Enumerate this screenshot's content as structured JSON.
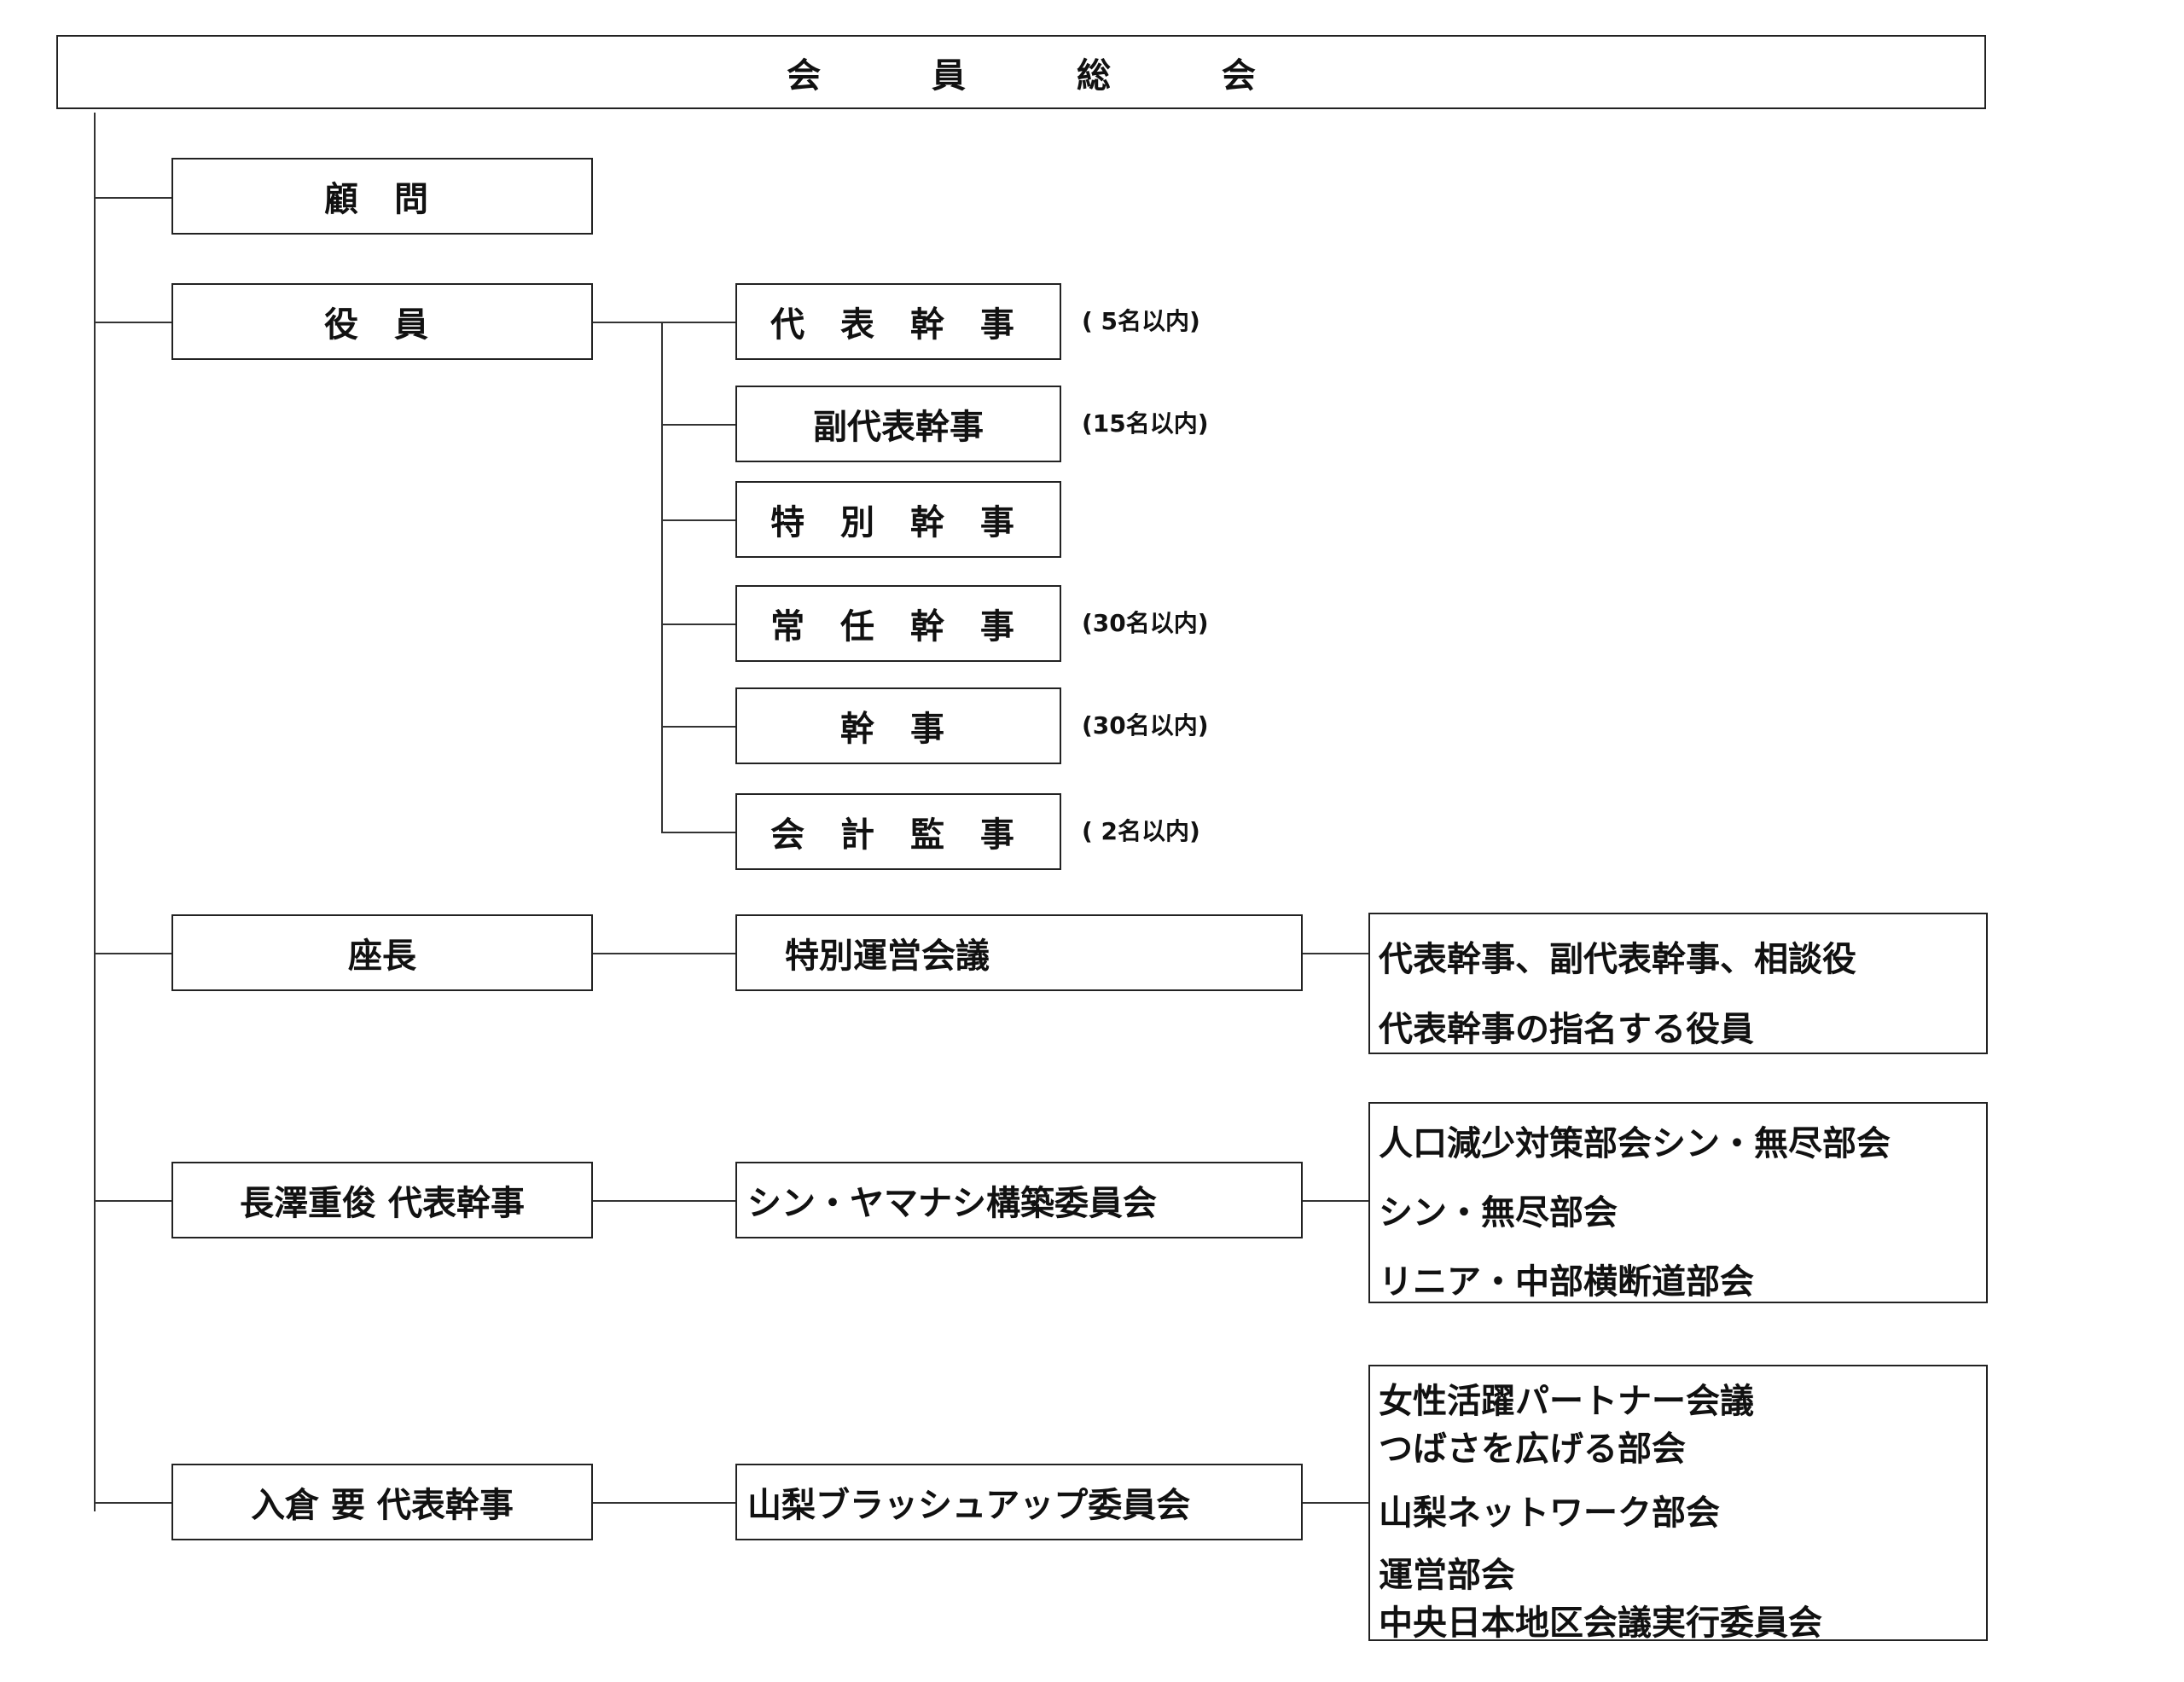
{
  "root": {
    "label": "会 員 総 会"
  },
  "advisor": {
    "label": "顧 問"
  },
  "officers": {
    "label": "役 員",
    "roles": [
      {
        "label": "代 表 幹 事",
        "note": "( 5名以内)"
      },
      {
        "label": "副代表幹事",
        "note": "(15名以内)"
      },
      {
        "label": "特 別 幹 事",
        "note": ""
      },
      {
        "label": "常 任 幹 事",
        "note": "(30名以内)"
      },
      {
        "label": "幹 事",
        "note": "(30名以内)"
      },
      {
        "label": "会 計 監 事",
        "note": "( 2名以内)"
      }
    ]
  },
  "chair": {
    "label": "座長",
    "meeting": "特別運営会議",
    "members": [
      "代表幹事、副代表幹事、相談役",
      "代表幹事の指名する役員"
    ]
  },
  "nagasawa": {
    "label": "長澤重俊 代表幹事",
    "committee": "シン・ヤマナシ構築委員会",
    "subgroups": [
      "人口減少対策部会シン・無尽部会",
      "シン・無尽部会",
      "リニア・中部横断道部会"
    ]
  },
  "irikura": {
    "label": "入倉 要 代表幹事",
    "committee": "山梨ブラッシュアップ委員会",
    "subgroups": [
      "女性活躍パートナー会議",
      "つばさを広げる部会",
      "山梨ネットワーク部会",
      "運営部会",
      "中央日本地区会議実行委員会"
    ]
  }
}
